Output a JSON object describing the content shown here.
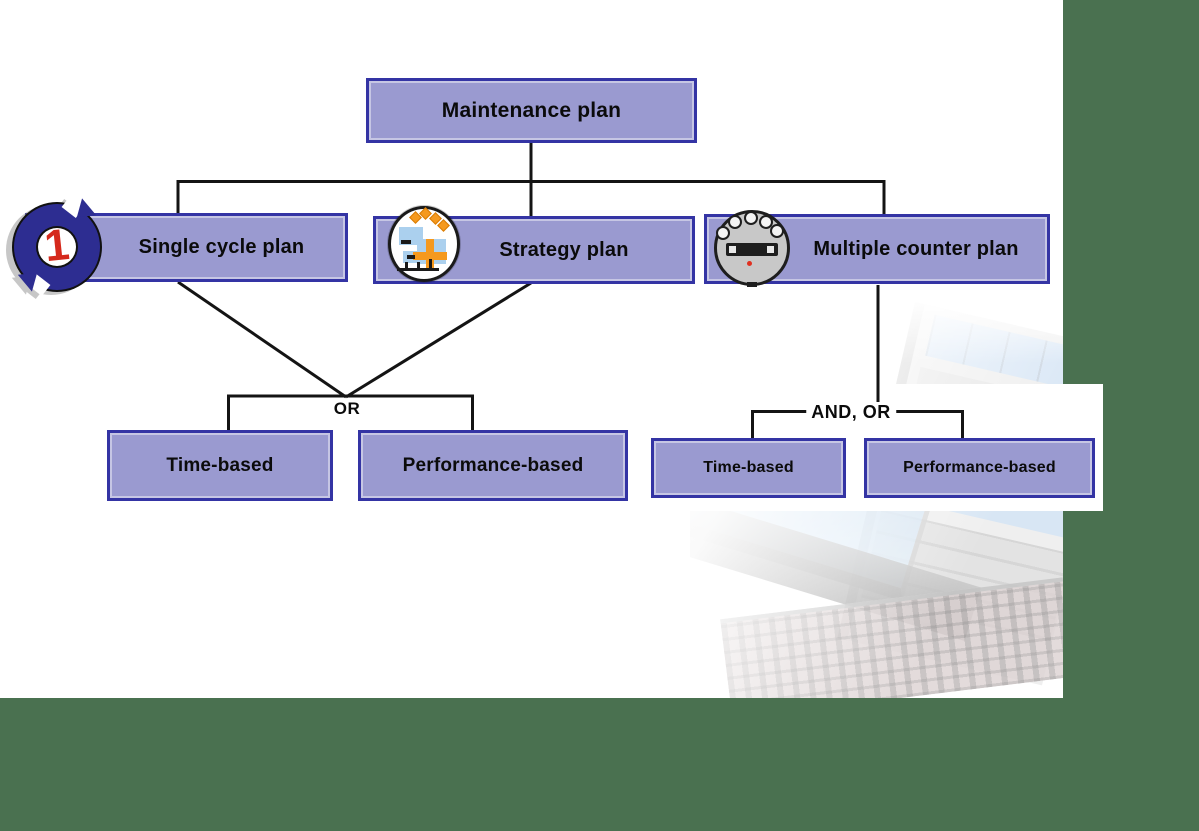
{
  "colors": {
    "box-fill": "#9a9ad0",
    "box-border": "#3434a4",
    "box-inner": "#c6c6e4",
    "line": "#141414",
    "green-band": "#4a7150",
    "badge-red": "#d5291c",
    "icon-navy": "#2d2d91",
    "photo-blue": "#bdd7f0",
    "photo-gray": "#c7c7c7",
    "orange": "#f5991e"
  },
  "diagram": {
    "root": {
      "label": "Maintenance plan"
    },
    "plans": [
      {
        "label": "Single cycle plan",
        "icon": "cycle-icon",
        "badge": "1"
      },
      {
        "label": "Strategy plan",
        "icon": "strategy-icon"
      },
      {
        "label": "Multiple counter plan",
        "icon": "counter-icon"
      }
    ],
    "or_label": "OR",
    "and_or_label": "AND, OR",
    "scheduling_left": [
      {
        "label": "Time-based"
      },
      {
        "label": "Performance-based"
      }
    ],
    "scheduling_right": [
      {
        "label": "Time-based"
      },
      {
        "label": "Performance-based"
      }
    ]
  }
}
